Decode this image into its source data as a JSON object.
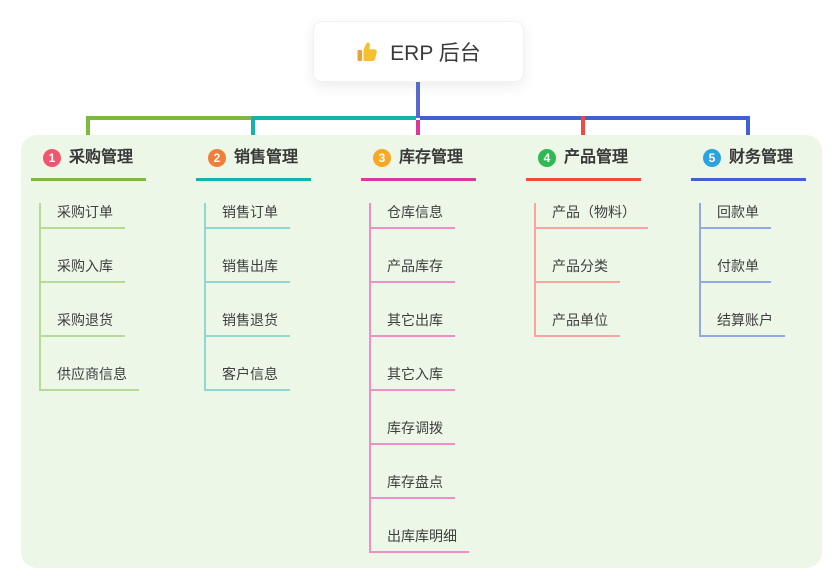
{
  "root": {
    "label": "ERP 后台",
    "icon": "thumbs-up-icon"
  },
  "branches": [
    {
      "index": "1",
      "title": "采购管理",
      "badge_color": "#f0566e",
      "line_color": "#7cb93d",
      "light_line_color": "#b5dc96",
      "children": [
        "采购订单",
        "采购入库",
        "采购退货",
        "供应商信息"
      ]
    },
    {
      "index": "2",
      "title": "销售管理",
      "badge_color": "#f08039",
      "line_color": "#12b3ab",
      "light_line_color": "#8ed8cf",
      "children": [
        "销售订单",
        "销售出库",
        "销售退货",
        "客户信息"
      ]
    },
    {
      "index": "3",
      "title": "库存管理",
      "badge_color": "#f9a825",
      "line_color": "#d8399c",
      "light_line_color": "#ef8ec6",
      "children": [
        "仓库信息",
        "产品库存",
        "其它出库",
        "其它入库",
        "库存调拨",
        "库存盘点",
        "出库库明细"
      ]
    },
    {
      "index": "4",
      "title": "产品管理",
      "badge_color": "#30b852",
      "line_color": "#f4473f",
      "light_line_color": "#f9a49e",
      "children": [
        "产品（物料）",
        "产品分类",
        "产品单位"
      ]
    },
    {
      "index": "5",
      "title": "财务管理",
      "badge_color": "#2ba3e0",
      "line_color": "#3f62d2",
      "light_line_color": "#93a9e6",
      "children": [
        "回款单",
        "付款单",
        "结算账户"
      ]
    }
  ],
  "colors": {
    "root_connector": "#5569cf",
    "bus_left": "#7cb93d",
    "bus_mid": "#12b3ab",
    "bus_right": "#3f62d2",
    "panel_background": "#ecf7e8",
    "card_background": "#ffffff",
    "title_text": "#383838",
    "child_text": "#3f3f3f",
    "thumb_yellow": "#f5c02e"
  }
}
